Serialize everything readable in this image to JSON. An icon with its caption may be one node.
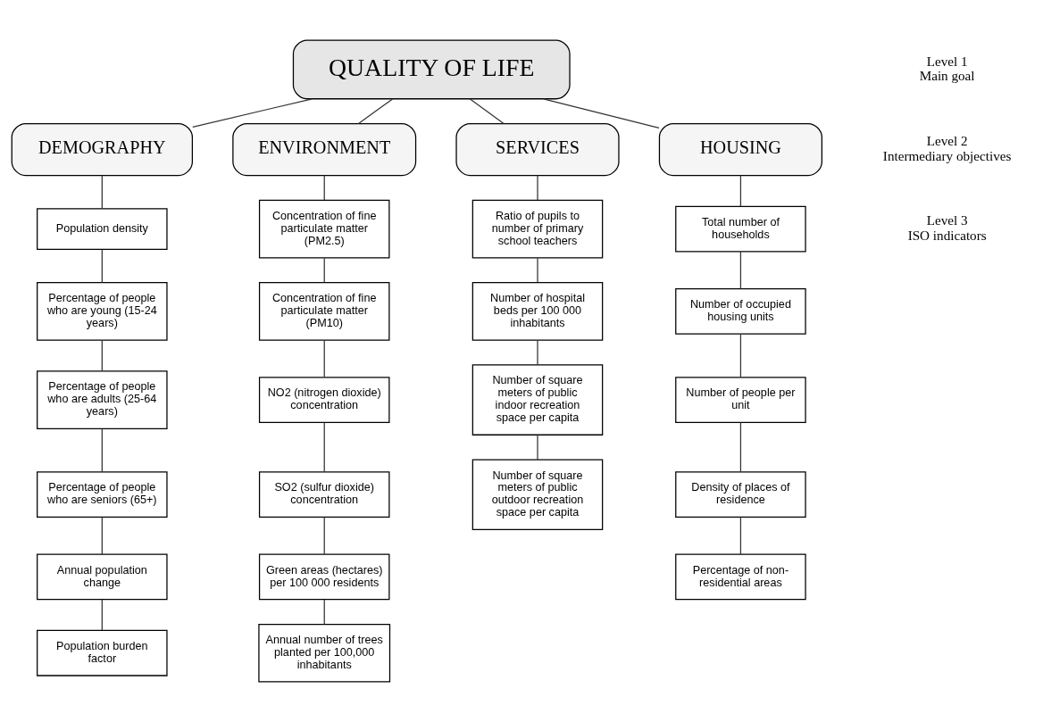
{
  "diagram": {
    "nodes": [
      {
        "text": [
          "QUALITY OF LIFE"
        ]
      },
      {
        "text": [
          "DEMOGRAPHY"
        ]
      },
      {
        "text": [
          "ENVIRONMENT"
        ]
      },
      {
        "text": [
          "SERVICES"
        ]
      },
      {
        "text": [
          "HOUSING"
        ]
      },
      {
        "text": [
          "Population density"
        ]
      },
      {
        "text": [
          "Percentage of people who are young (15-24 years)"
        ]
      },
      {
        "text": [
          "Percentage of people who are adults (25-64 years)"
        ]
      },
      {
        "text": [
          "Percentage of people who are seniors (65+)"
        ]
      },
      {
        "text": [
          "Annual population change"
        ]
      },
      {
        "text": [
          "Population burden factor"
        ]
      },
      {
        "text": [
          "Concentration of fine particulate matter (PM2.5)"
        ]
      },
      {
        "text": [
          "Concentration of fine particulate matter (PM10)"
        ]
      },
      {
        "text": [
          "NO2 (nitrogen dioxide) concentration"
        ]
      },
      {
        "text": [
          "SO2 (sulfur dioxide) concentration"
        ]
      },
      {
        "text": [
          "Green areas (hectares) per 100 000 residents"
        ]
      },
      {
        "text": [
          "Annual number of trees planted per 100,000 inhabitants"
        ]
      },
      {
        "text": [
          "Ratio of pupils to number of primary school teachers"
        ]
      },
      {
        "text": [
          "Number of hospital beds per 100 000 inhabitants"
        ]
      },
      {
        "text": [
          "Number of square meters of public indoor recreation space per capita"
        ]
      },
      {
        "text": [
          "Number of square meters of public outdoor recreation space per capita"
        ]
      },
      {
        "text": [
          "Total number of households"
        ]
      },
      {
        "text": [
          "Number of occupied housing units"
        ]
      },
      {
        "text": [
          "Number of people per unit"
        ]
      },
      {
        "text": [
          "Density of places of residence"
        ]
      },
      {
        "text": [
          "Percentage of non-residential areas"
        ]
      }
    ],
    "edges": [
      {
        "from": 0,
        "to": 1,
        "arrow": "none"
      },
      {
        "from": 0,
        "to": 2,
        "arrow": "none"
      },
      {
        "from": 0,
        "to": 3,
        "arrow": "none"
      },
      {
        "from": 0,
        "to": 4,
        "arrow": "none"
      },
      {
        "from": 1,
        "to": 5,
        "arrow": "none"
      },
      {
        "from": 5,
        "to": 6,
        "arrow": "none"
      },
      {
        "from": 6,
        "to": 7,
        "arrow": "none"
      },
      {
        "from": 7,
        "to": 8,
        "arrow": "none"
      },
      {
        "from": 8,
        "to": 9,
        "arrow": "none"
      },
      {
        "from": 9,
        "to": 10,
        "arrow": "none"
      },
      {
        "from": 2,
        "to": 11,
        "arrow": "none"
      },
      {
        "from": 11,
        "to": 12,
        "arrow": "none"
      },
      {
        "from": 12,
        "to": 13,
        "arrow": "none"
      },
      {
        "from": 13,
        "to": 14,
        "arrow": "none"
      },
      {
        "from": 14,
        "to": 15,
        "arrow": "none"
      },
      {
        "from": 15,
        "to": 16,
        "arrow": "none"
      },
      {
        "from": 3,
        "to": 17,
        "arrow": "none"
      },
      {
        "from": 17,
        "to": 18,
        "arrow": "none"
      },
      {
        "from": 18,
        "to": 19,
        "arrow": "none"
      },
      {
        "from": 19,
        "to": 20,
        "arrow": "none"
      },
      {
        "from": 4,
        "to": 21,
        "arrow": "none"
      },
      {
        "from": 21,
        "to": 22,
        "arrow": "none"
      },
      {
        "from": 22,
        "to": 23,
        "arrow": "none"
      },
      {
        "from": 23,
        "to": 24,
        "arrow": "none"
      },
      {
        "from": 24,
        "to": 25,
        "arrow": "none"
      }
    ],
    "labels": [
      "Level 1 Main goal",
      "Level 2 Intermediary objectives",
      "Level 3 ISO indicators"
    ]
  }
}
